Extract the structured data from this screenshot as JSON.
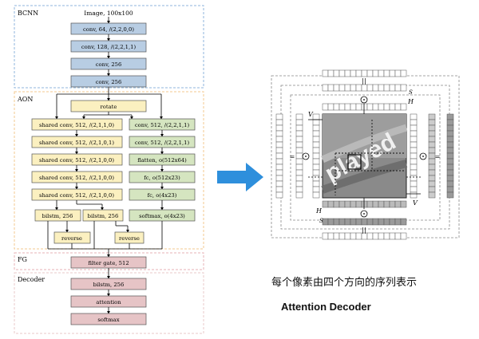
{
  "colors": {
    "bcnn_border": "#8fb6dc",
    "aon_border": "#f3c98f",
    "blue_fill": "#b8cde3",
    "yellow_fill": "#fbf0c0",
    "green_fill": "#d5e5c0",
    "pink_fill": "#e6c4c6",
    "arrow": "#2e8fdc"
  },
  "sections": {
    "bcnn": "BCNN",
    "aon": "AON",
    "fg": "FG",
    "decoder": "Decoder"
  },
  "bcnn": {
    "input": "Image, 100x100",
    "layers": [
      "conv, 64, /(2,2,0,0)",
      "conv, 128, /(2,2,1,1)",
      "conv, 256",
      "conv, 256"
    ]
  },
  "aon": {
    "rotate": "rotate",
    "left_column": [
      "shared conv, 512, /(2,1,1,0)",
      "shared conv, 512, /(2,1,0,1)",
      "shared conv, 512, /(2,1,0,0)",
      "shared conv, 512, /(2,1,0,0)",
      "shared conv, 512, /(2,1,0,0)"
    ],
    "right_column": [
      "conv, 512, /(2,2,1,1)",
      "conv, 512, /(2,2,1,1)",
      "flatten, o(512x64)",
      "fc, o(512x23)",
      "fc, o(4x23)"
    ],
    "bilstm_left": "bilstm, 256",
    "bilstm_mid": "bilstm, 256",
    "softmax": "softmax, o(4x23)",
    "reverse_left": "reverse",
    "reverse_right": "reverse"
  },
  "fg": {
    "filter_gate": "filter gate, 512"
  },
  "decoder": {
    "layers": [
      "bilstm, 256",
      "attention",
      "softmax"
    ]
  },
  "illustration": {
    "word": "played",
    "dir_labels": {
      "top": "S",
      "right_top": "H",
      "left_top": "V",
      "left_bottom": "H",
      "right_bottom": "V",
      "bottom": "S"
    }
  },
  "captions": {
    "chinese": "每个像素由四个方向的序列表示",
    "english": "Attention Decoder"
  }
}
